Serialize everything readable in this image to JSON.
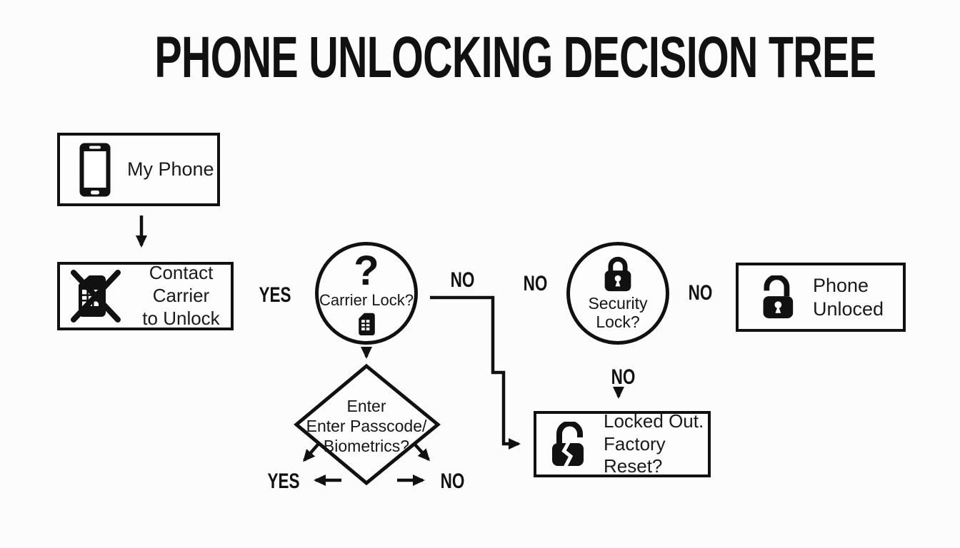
{
  "title": "PHONE UNLOCKING DECISION TREE",
  "diagram": {
    "nodes": {
      "my_phone": {
        "label": "My Phone"
      },
      "contact_carrier": {
        "line1": "Contact Carrier",
        "line2": "to Unlock"
      },
      "carrier_lock": {
        "mark": "?",
        "label": "Carrier Lock?"
      },
      "security_lock": {
        "label": "Security Lock?"
      },
      "phone_unlocked": {
        "line1": "Phone",
        "line2": "Unloced"
      },
      "enter_passcode": {
        "line1": "Enter",
        "line2": "Enter Passcode/",
        "line3": "Biometrics?"
      },
      "locked_out": {
        "line1": "Locked Out.",
        "line2": "Factory Reset?"
      }
    },
    "edge_labels": {
      "carrier_yes": "YES",
      "carrier_no": "NO",
      "security_no_left": "NO",
      "security_no_right": "NO",
      "passcode_yes": "YES",
      "passcode_no": "NO",
      "locked_out_no": "NO"
    }
  },
  "colors": {
    "ink": "#111111",
    "background": "#fcfcfc"
  }
}
